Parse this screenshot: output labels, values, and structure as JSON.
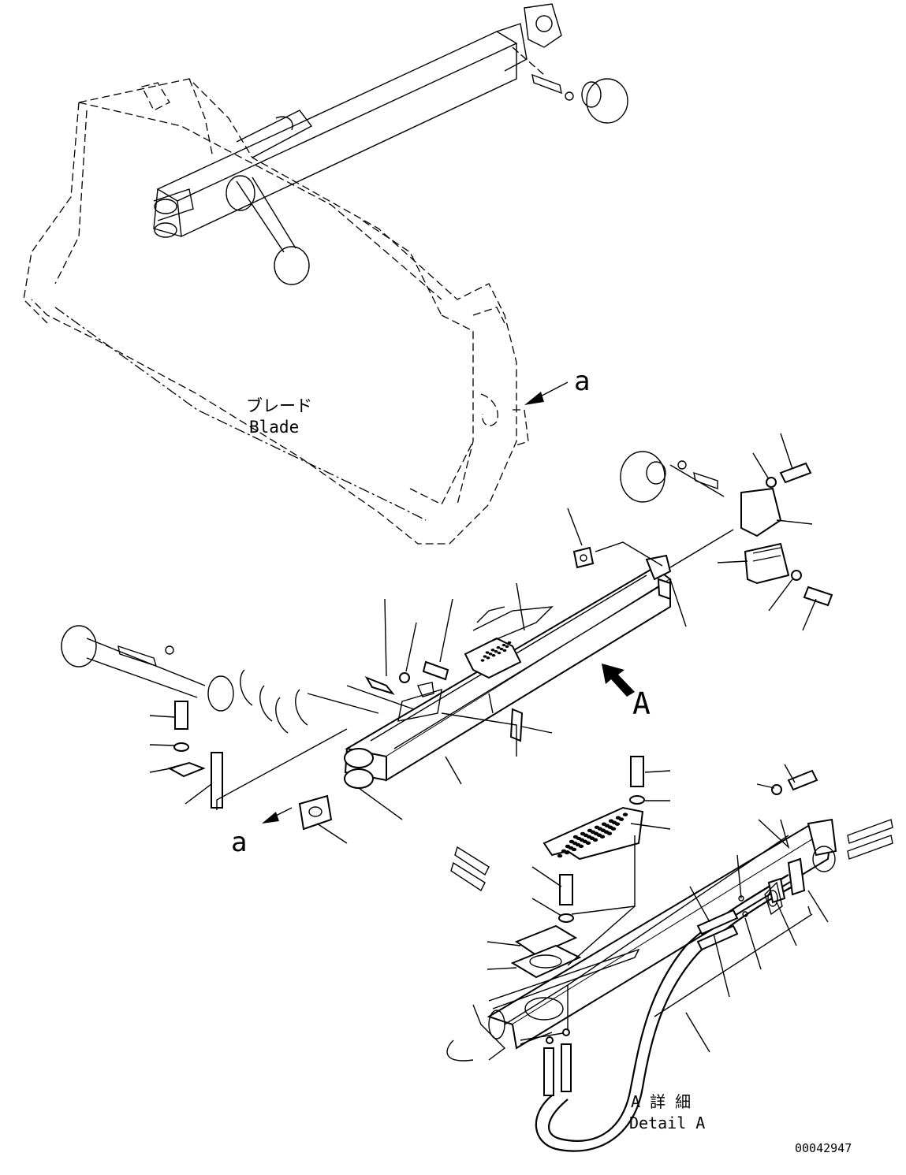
{
  "labels": {
    "blade_jp": "ブレード",
    "blade_en": "Blade",
    "view_letter_top": "a",
    "view_letter_bottom": "a",
    "view_arrow": "A",
    "detail_jp": "A 詳 細",
    "detail_en": "Detail A",
    "figure_number": "00042947"
  },
  "colors": {
    "ink": "#000000",
    "paper": "#ffffff"
  }
}
